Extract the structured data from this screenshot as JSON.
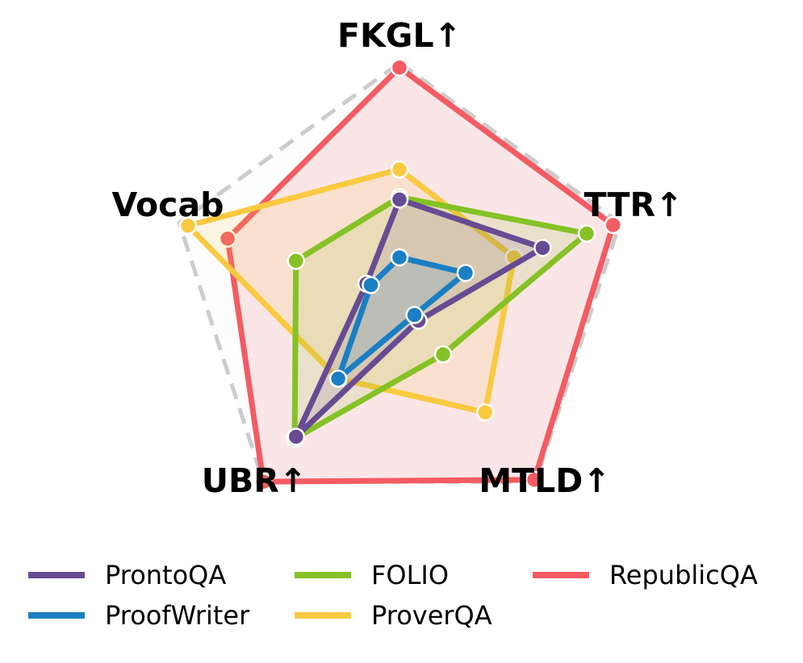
{
  "chart_data": {
    "type": "radar",
    "axes": [
      "FKGL↑",
      "TTR↑",
      "MTLD↑",
      "UBR↑",
      "Vocab"
    ],
    "range": [
      0,
      1
    ],
    "reference_outline": {
      "values": [
        1.0,
        1.0,
        1.0,
        1.0,
        1.0
      ],
      "color": "#cccccc",
      "style": "dashed"
    },
    "series": [
      {
        "name": "RepublicQA",
        "color": "#f45b63",
        "values": [
          0.98,
          0.97,
          0.99,
          1.0,
          0.78
        ]
      },
      {
        "name": "ProverQA",
        "color": "#f9c940",
        "values": [
          0.54,
          0.52,
          0.63,
          0.45,
          0.96
        ]
      },
      {
        "name": "FOLIO",
        "color": "#85c226",
        "values": [
          0.42,
          0.85,
          0.32,
          0.77,
          0.47
        ]
      },
      {
        "name": "ProntoQA",
        "color": "#674b93",
        "values": [
          0.41,
          0.65,
          0.14,
          0.76,
          0.15
        ]
      },
      {
        "name": "ProofWriter",
        "color": "#1a7fc4",
        "values": [
          0.16,
          0.3,
          0.11,
          0.45,
          0.13
        ]
      }
    ],
    "legend": {
      "placement": "bottom",
      "order": [
        "ProntoQA",
        "ProofWriter",
        "FOLIO",
        "ProverQA",
        "RepublicQA"
      ]
    },
    "grid": false
  }
}
